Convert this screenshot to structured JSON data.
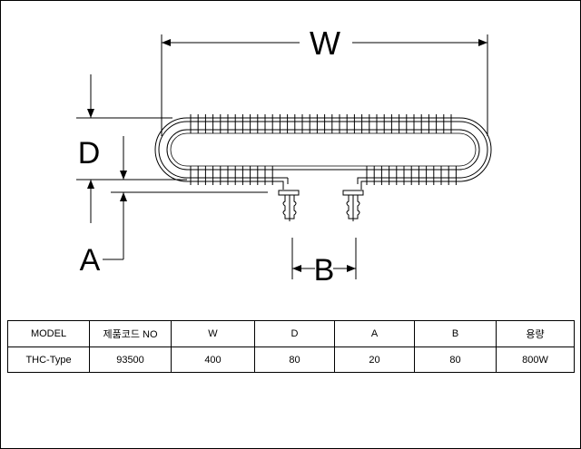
{
  "dimension_labels": {
    "W": "W",
    "D": "D",
    "A": "A",
    "B": "B"
  },
  "table": {
    "headers": [
      "MODEL",
      "제품코드 NO",
      "W",
      "D",
      "A",
      "B",
      "용량"
    ],
    "rows": [
      [
        "THC-Type",
        "93500",
        "400",
        "80",
        "20",
        "80",
        "800W"
      ]
    ]
  }
}
